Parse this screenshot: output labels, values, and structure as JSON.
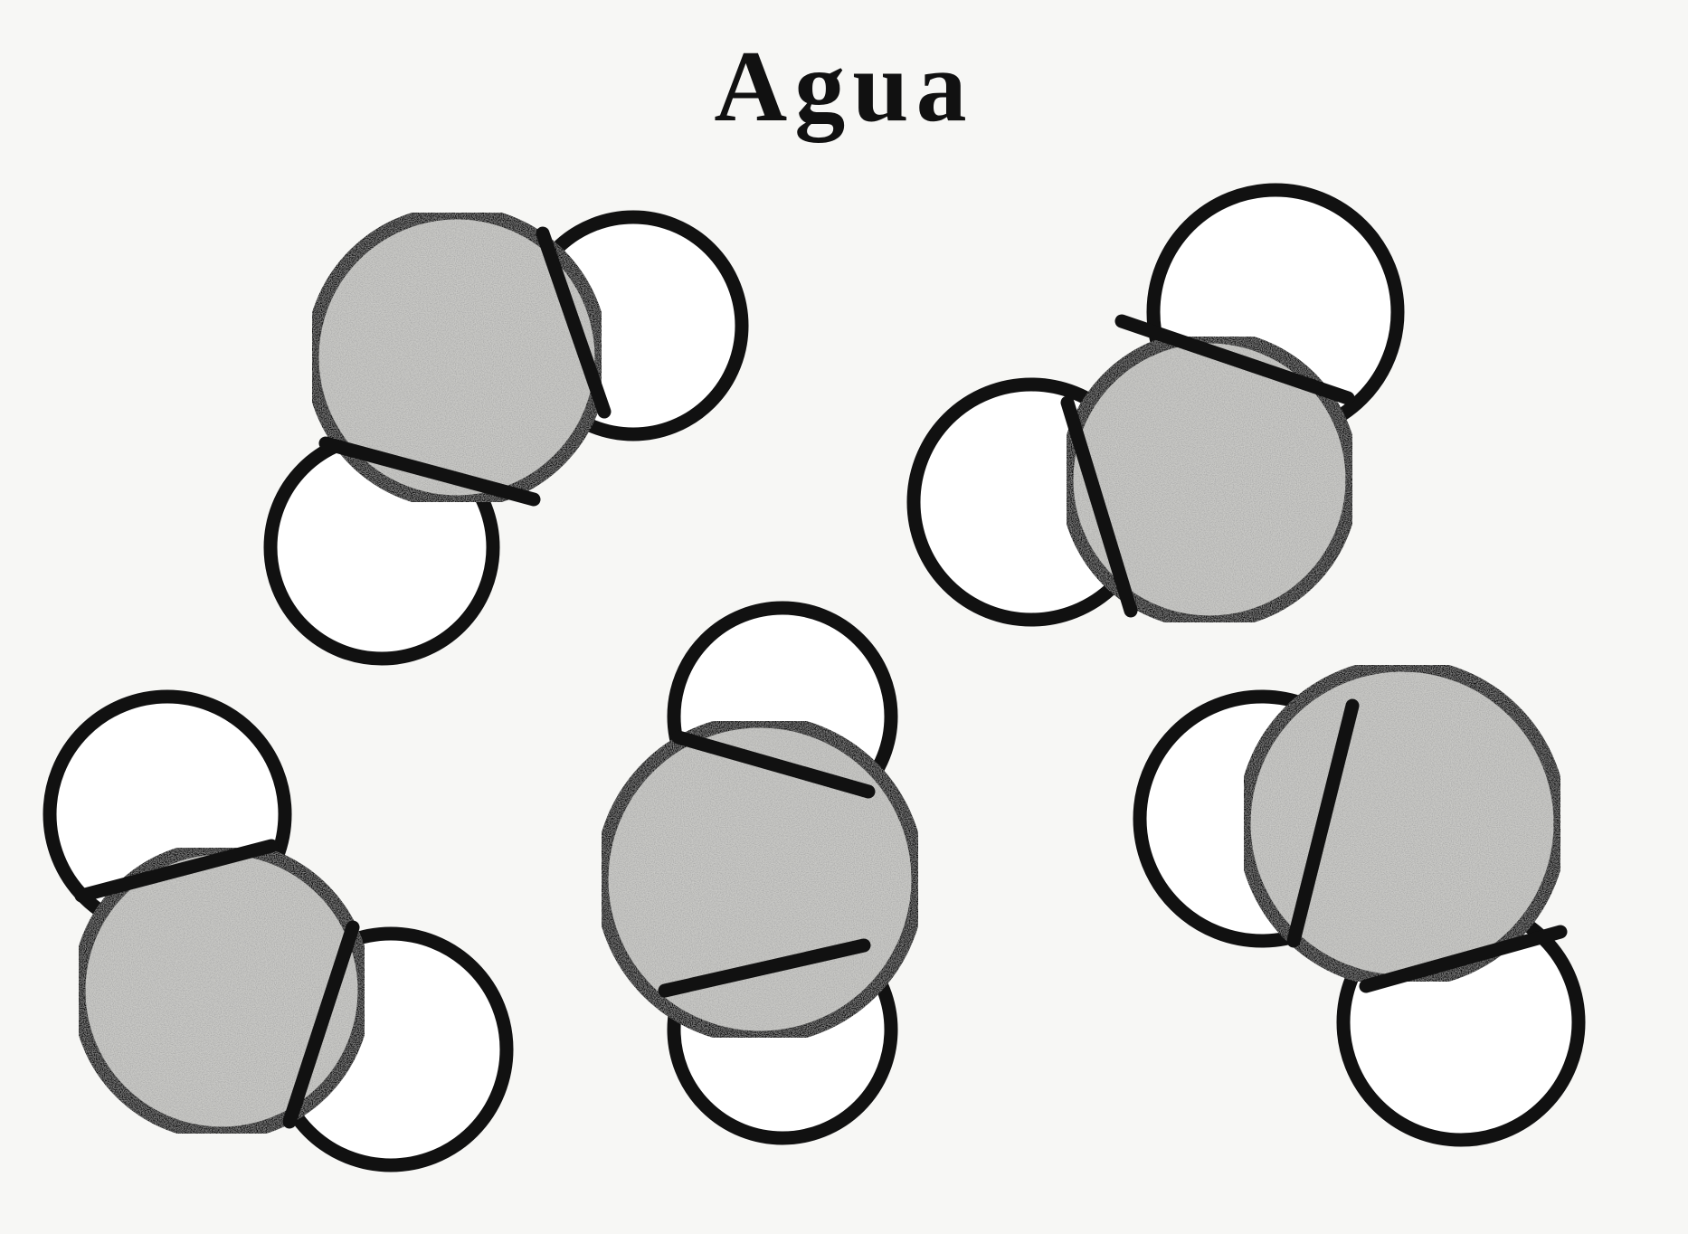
{
  "title": "Agua",
  "molecules": [
    {
      "id": 1,
      "composition": [
        "O",
        "H",
        "H"
      ]
    },
    {
      "id": 2,
      "composition": [
        "O",
        "H",
        "H"
      ]
    },
    {
      "id": 3,
      "composition": [
        "O",
        "H",
        "H"
      ]
    },
    {
      "id": 4,
      "composition": [
        "O",
        "H",
        "H"
      ]
    },
    {
      "id": 5,
      "composition": [
        "O",
        "H",
        "H"
      ]
    }
  ],
  "colors": {
    "background": "#f7f7f5",
    "outline": "#111111",
    "oxygen_fill": "#c9c9c6",
    "hydrogen_fill": "#ffffff",
    "text": "#111111"
  }
}
